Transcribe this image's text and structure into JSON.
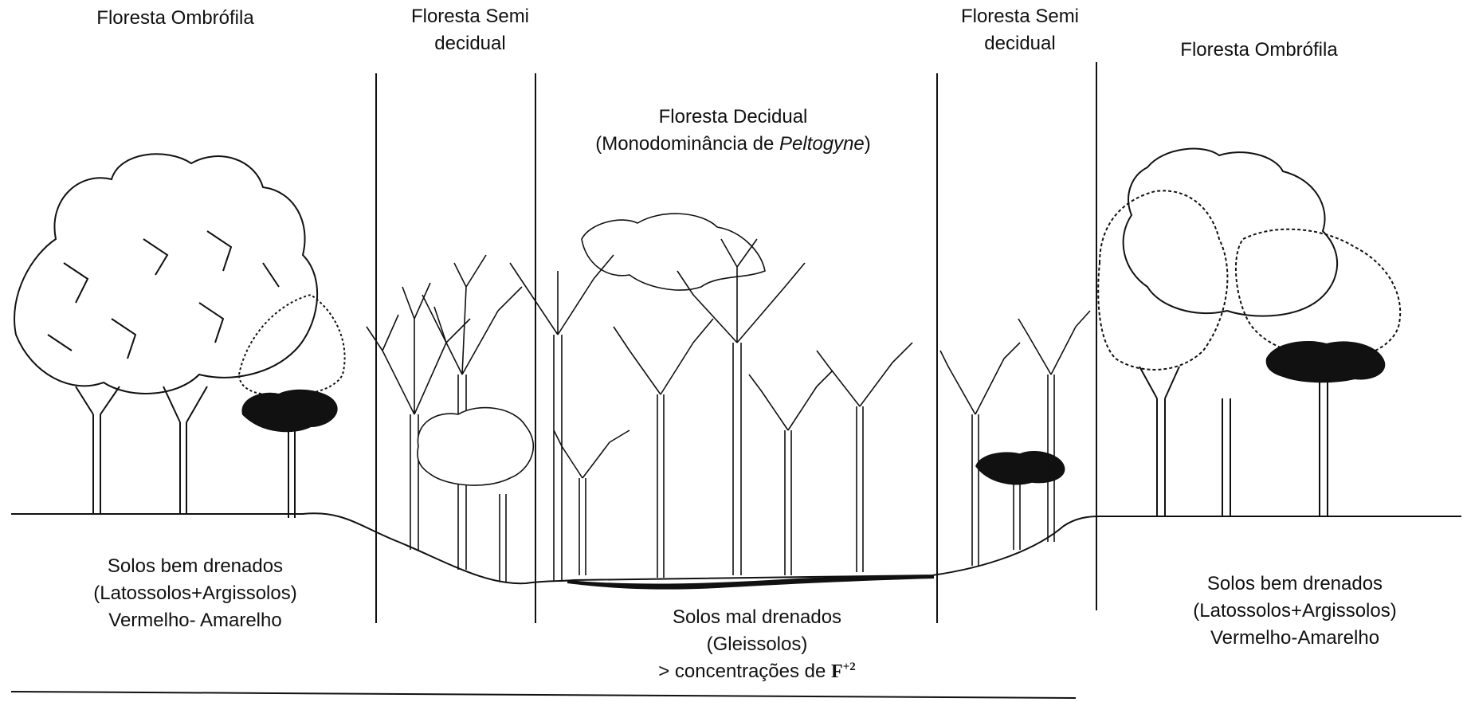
{
  "zones": {
    "left_ombrofila": {
      "title": "Floresta Ombrófila"
    },
    "left_semidecidual": {
      "title_line1": "Floresta Semi",
      "title_line2": "decidual"
    },
    "decidual": {
      "title_line1": "Floresta Decidual",
      "title_line2_prefix": "(Monodominância de ",
      "title_line2_italic": "Peltogyne",
      "title_line2_suffix": ")"
    },
    "right_semidecidual": {
      "title_line1": "Floresta Semi",
      "title_line2": "decidual"
    },
    "right_ombrofila": {
      "title": "Floresta Ombrófila"
    }
  },
  "soils": {
    "left": {
      "line1": "Solos bem drenados",
      "line2": "(Latossolos+Argissolos)",
      "line3": "Vermelho- Amarelho"
    },
    "center": {
      "line1": "Solos mal drenados",
      "line2": "(Gleissolos)",
      "line3_prefix": "> concentrações de ",
      "line3_symbol": "F",
      "line3_sup": "+2"
    },
    "right": {
      "line1": "Solos bem drenados",
      "line2": "(Latossolos+Argissolos)",
      "line3": "Vermelho-Amarelho"
    }
  },
  "colors": {
    "ink": "#111111",
    "background": "#ffffff"
  }
}
